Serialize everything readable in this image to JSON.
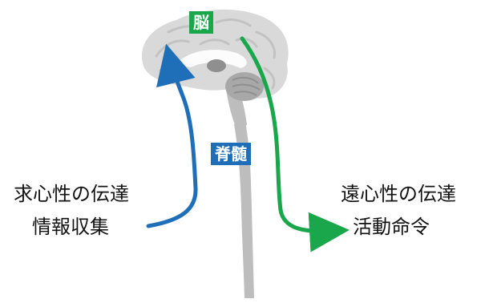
{
  "labels": {
    "brain": "脳",
    "spinal_cord": "脊髄",
    "afferent": "求心性の伝達",
    "afferent_sub": "情報収集",
    "efferent": "遠心性の伝達",
    "efferent_sub": "活動命令"
  },
  "colors": {
    "brain_tag": "#1aa64a",
    "spinal_tag": "#1f6fb8",
    "afferent_arrow": "#1f6fb8",
    "efferent_arrow": "#1aa64a",
    "brain_fill": "#d9d9d9",
    "brain_detail": "#bdbdbd",
    "brain_dark": "#8f8f8f",
    "cord_fill": "#bdbdbd"
  },
  "icons": {
    "brain": "brain-illustration",
    "spinal_cord": "spinal-cord-illustration"
  }
}
